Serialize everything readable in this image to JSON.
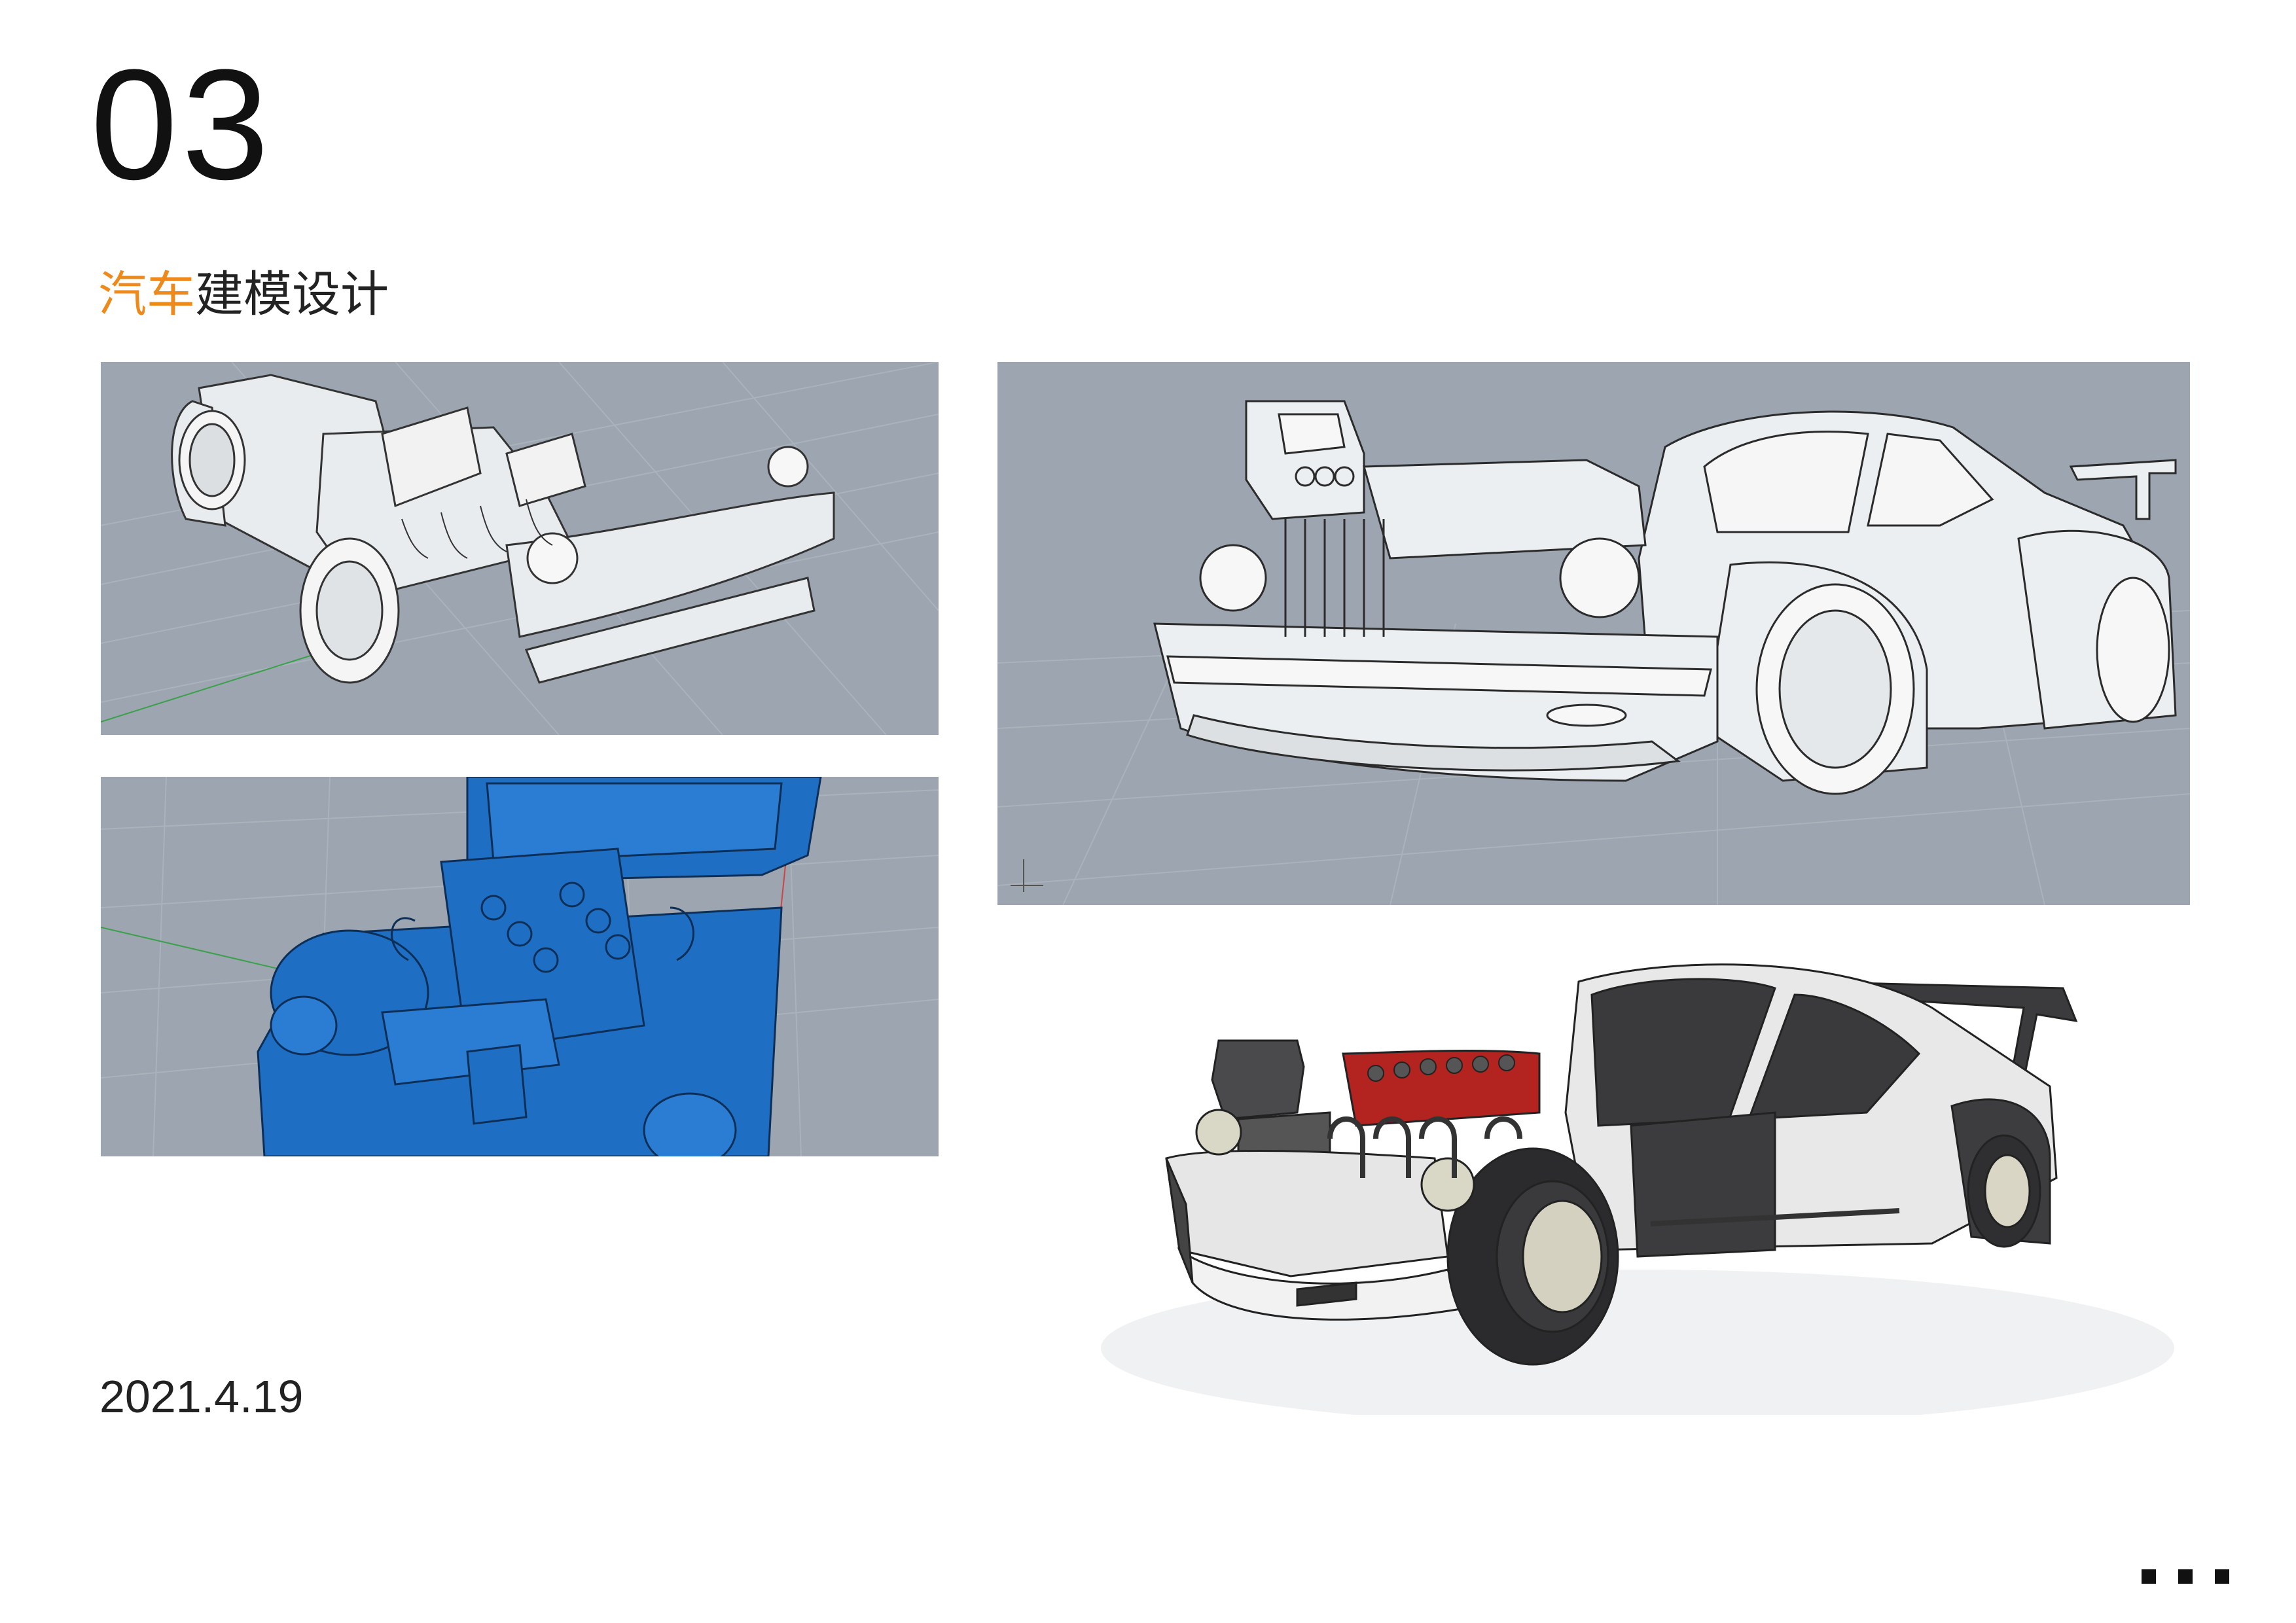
{
  "page": {
    "number": "03",
    "title_accent": "汽车",
    "title_rest": "建模设计",
    "date": "2021.4.19"
  },
  "colors": {
    "accent": "#ee8a1c",
    "viewport_bg": "#9aa3ae",
    "shaded_blue": "#1e6fc4",
    "engine_red": "#b3231f"
  },
  "images": [
    {
      "name": "wireframe-view-top-left",
      "desc": "rhino-viewport-wireframe"
    },
    {
      "name": "wireframe-view-right",
      "desc": "rhino-viewport-wireframe"
    },
    {
      "name": "shaded-blue-view",
      "desc": "rhino-viewport-shaded"
    },
    {
      "name": "render-view",
      "desc": "final-render"
    }
  ],
  "icons": [
    "more-dots-icon"
  ]
}
